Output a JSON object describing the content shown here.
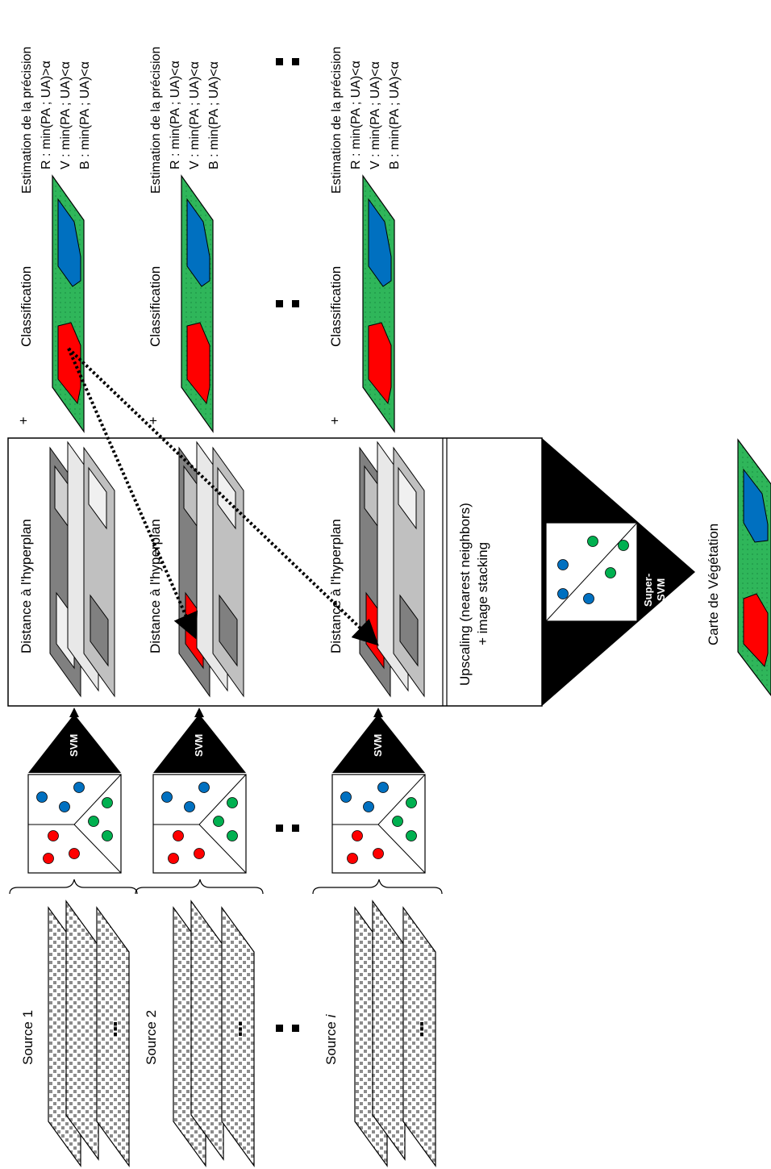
{
  "sources": [
    {
      "label": "Source 1"
    },
    {
      "label": "Source 2"
    },
    {
      "label": "Source i"
    }
  ],
  "svm_label": "SVM",
  "super_svm_label": [
    "Super-",
    "SVM"
  ],
  "distance_label": "Distance à l'hyperplan",
  "upscaling_label": [
    "Upscaling (nearest neighbors)",
    "+ image stacking"
  ],
  "plus_label": "+",
  "classification_label": "Classification",
  "accuracy": {
    "title": "Estimation de la précision",
    "rows": [
      [
        "R : min(PA ; UA)>α",
        "V : min(PA ; UA)<α",
        "B : min(PA ; UA)<α"
      ],
      [
        "R : min(PA ; UA)<α",
        "V : min(PA ; UA)<α",
        "B : min(PA ; UA)<α"
      ],
      [
        "R : min(PA ; UA)<α",
        "V : min(PA ; UA)<α",
        "B : min(PA ; UA)<α"
      ]
    ]
  },
  "output_label": "Carte de Végétation",
  "colors": {
    "red": "#ff0000",
    "green": "#00b050",
    "blue": "#0070c0",
    "black": "#000000"
  }
}
